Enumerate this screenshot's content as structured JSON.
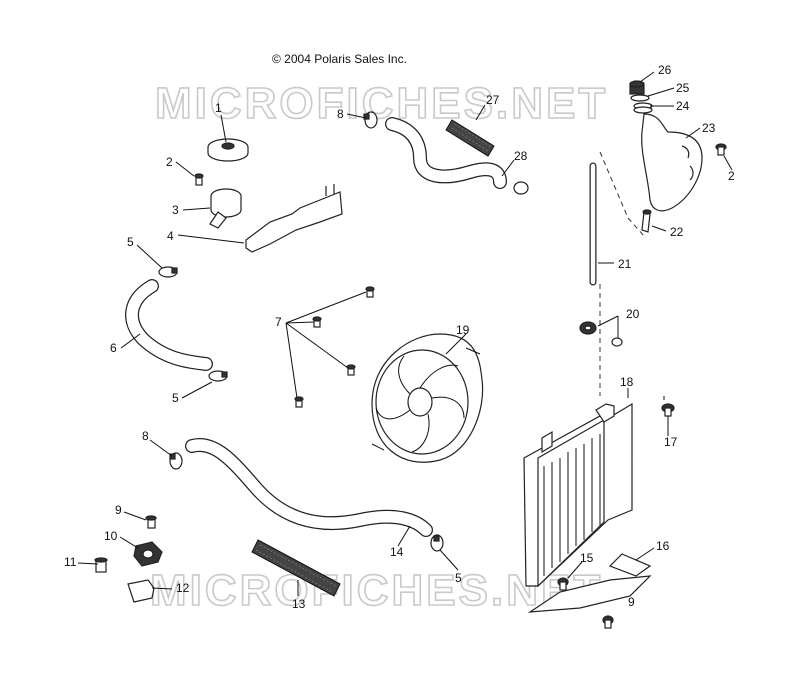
{
  "copyright": "© 2004 Polaris Sales Inc.",
  "watermark": "MICROFICHES.NET",
  "callouts": {
    "c1": "1",
    "c2a": "2",
    "c2b": "2",
    "c3": "3",
    "c4": "4",
    "c5a": "5",
    "c5b": "5",
    "c5c": "5",
    "c6": "6",
    "c7": "7",
    "c8a": "8",
    "c8b": "8",
    "c9a": "9",
    "c9b": "9",
    "c10": "10",
    "c11": "11",
    "c12": "12",
    "c13": "13",
    "c14": "14",
    "c15": "15",
    "c16": "16",
    "c17": "17",
    "c18": "18",
    "c19": "19",
    "c20": "20",
    "c21": "21",
    "c22": "22",
    "c23": "23",
    "c24": "24",
    "c25": "25",
    "c26": "26",
    "c27": "27",
    "c28": "28"
  },
  "colors": {
    "line": "#222222",
    "watermark": "#c9c9c9",
    "background": "#ffffff"
  }
}
